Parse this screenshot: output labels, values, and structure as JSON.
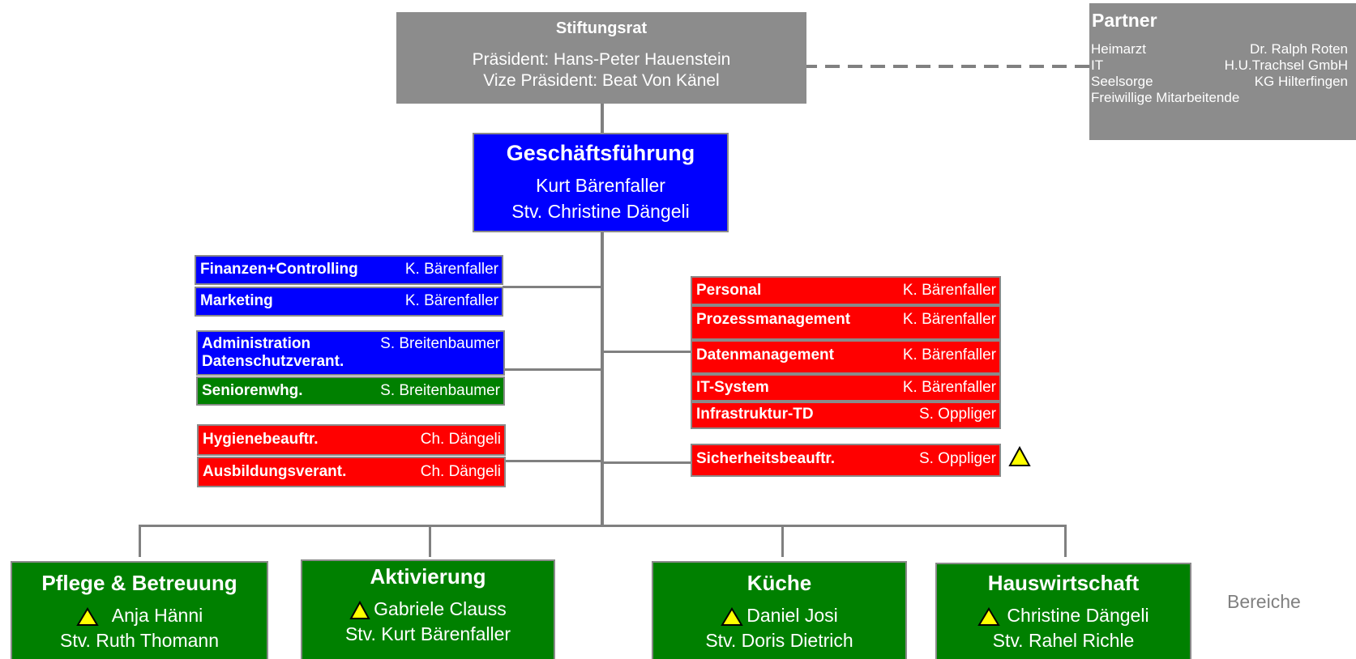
{
  "board": {
    "title": "Stiftungsrat",
    "president": "Präsident: Hans-Peter Hauenstein",
    "vice": "Vize Präsident: Beat Von Känel"
  },
  "partner": {
    "title": "Partner",
    "items": [
      {
        "role": "Heimarzt",
        "name": "Dr. Ralph Roten"
      },
      {
        "role": "IT",
        "name": "H.U.Trachsel GmbH"
      },
      {
        "role": "Seelsorge",
        "name": "KG Hilterfingen"
      },
      {
        "role": "Freiwillige Mitarbeitende",
        "name": ""
      }
    ]
  },
  "management": {
    "title": "Geschäftsführung",
    "lead": "Kurt Bärenfaller",
    "deputy": "Stv. Christine Dängeli"
  },
  "left_staff": [
    {
      "role": "Finanzen+Controlling",
      "name": "K. Bärenfaller",
      "color": "#0000ff"
    },
    {
      "role": "Marketing",
      "name": "K. Bärenfaller",
      "color": "#0000ff"
    },
    {
      "role": "Administration",
      "role2": "Datenschutzverant.",
      "name": "S. Breitenbaumer",
      "color": "#0000ff"
    },
    {
      "role": "Seniorenwhg.",
      "name": "S. Breitenbaumer",
      "color": "#008000"
    },
    {
      "role": "Hygienebeauftr.",
      "name": "Ch. Dängeli",
      "color": "#ff0000"
    },
    {
      "role": "Ausbildungsverant.",
      "name": "Ch. Dängeli",
      "color": "#ff0000"
    }
  ],
  "right_staff": [
    {
      "role": "Personal",
      "name": "K. Bärenfaller"
    },
    {
      "role": "Prozessmanagement",
      "name": "K. Bärenfaller"
    },
    {
      "role": "Datenmanagement",
      "name": "K. Bärenfaller"
    },
    {
      "role": "IT-System",
      "name": "K. Bärenfaller"
    },
    {
      "role": "Infrastruktur-TD",
      "name": "S. Oppliger"
    },
    {
      "role": "Sicherheitsbeauftr.",
      "name": "S. Oppliger"
    }
  ],
  "areas": [
    {
      "title": "Pflege & Betreuung",
      "lead": "Anja Hänni",
      "deputy": "Stv. Ruth Thomann"
    },
    {
      "title": "Aktivierung",
      "lead": "Gabriele Clauss",
      "deputy": "Stv. Kurt Bärenfaller"
    },
    {
      "title": "Küche",
      "lead": "Daniel Josi",
      "deputy": "Stv. Doris Dietrich"
    },
    {
      "title": "Hauswirtschaft",
      "lead": "Christine Dängeli",
      "deputy": "Stv. Rahel Richle"
    }
  ],
  "areas_label": "Bereiche",
  "icons": {
    "safety_marker": "warning-triangle-icon"
  },
  "colors": {
    "board": "#8c8c8c",
    "management": "#0000ff",
    "staff_red": "#ff0000",
    "area_green": "#008000",
    "marker": "#ffff00"
  }
}
